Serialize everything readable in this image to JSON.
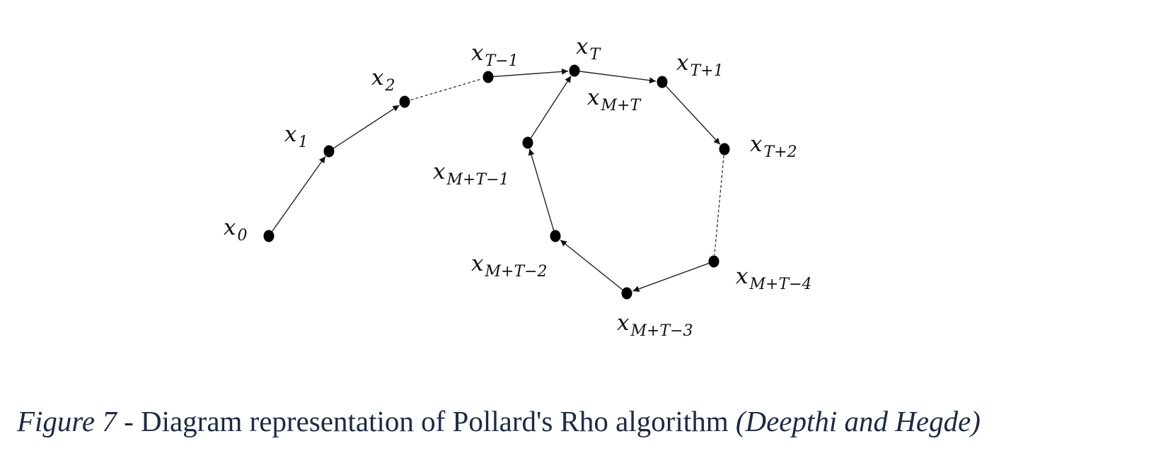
{
  "diagram": {
    "nodes": [
      {
        "id": "x0",
        "base": "x",
        "sub": "0"
      },
      {
        "id": "x1",
        "base": "x",
        "sub": "1"
      },
      {
        "id": "x2",
        "base": "x",
        "sub": "2"
      },
      {
        "id": "xT-1",
        "base": "x",
        "sub": "T−1"
      },
      {
        "id": "xT",
        "base": "x",
        "sub": "T"
      },
      {
        "id": "xT+1",
        "base": "x",
        "sub": "T+1"
      },
      {
        "id": "xT+2",
        "base": "x",
        "sub": "T+2"
      },
      {
        "id": "xM+T-4",
        "base": "x",
        "sub": "M+T−4"
      },
      {
        "id": "xM+T-3",
        "base": "x",
        "sub": "M+T−3"
      },
      {
        "id": "xM+T-2",
        "base": "x",
        "sub": "M+T−2"
      },
      {
        "id": "xM+T-1",
        "base": "x",
        "sub": "M+T−1"
      },
      {
        "id": "xM+T",
        "base": "x",
        "sub": "M+T"
      }
    ],
    "edges": [
      {
        "from": "x0",
        "to": "x1",
        "style": "solid"
      },
      {
        "from": "x1",
        "to": "x2",
        "style": "solid"
      },
      {
        "from": "x2",
        "to": "xT-1",
        "style": "dashed"
      },
      {
        "from": "xT-1",
        "to": "xT",
        "style": "solid"
      },
      {
        "from": "xT",
        "to": "xT+1",
        "style": "solid"
      },
      {
        "from": "xT+1",
        "to": "xT+2",
        "style": "solid"
      },
      {
        "from": "xT+2",
        "to": "xM+T-4",
        "style": "dashed"
      },
      {
        "from": "xM+T-4",
        "to": "xM+T-3",
        "style": "solid"
      },
      {
        "from": "xM+T-3",
        "to": "xM+T-2",
        "style": "solid"
      },
      {
        "from": "xM+T-2",
        "to": "xM+T-1",
        "style": "solid"
      },
      {
        "from": "xM+T-1",
        "to": "xT",
        "style": "solid"
      }
    ]
  },
  "caption": {
    "figure": "Figure 7",
    "text": " - Diagram representation of Pollard's Rho algorithm ",
    "source": "(Deepthi and Hegde)"
  }
}
